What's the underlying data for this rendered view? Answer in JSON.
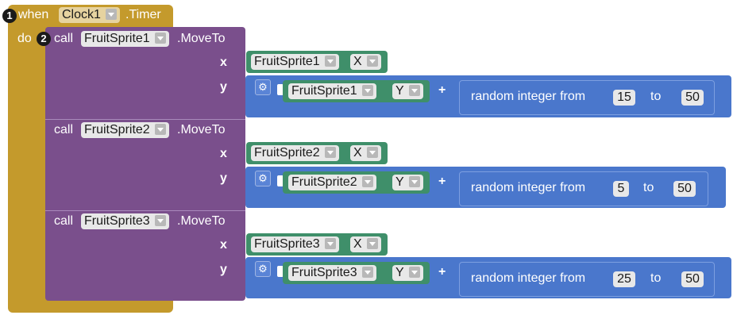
{
  "event": {
    "when_label": "when",
    "component": "Clock1",
    "event_name": ".Timer",
    "do_label": "do",
    "badge1": "1",
    "badge2": "2"
  },
  "calls": [
    {
      "call_label": "call",
      "sprite": "FruitSprite1",
      "method": ".MoveTo",
      "x_label": "x",
      "y_label": "y",
      "x_getter": {
        "sprite": "FruitSprite1",
        "prop": "X"
      },
      "y_getter": {
        "sprite": "FruitSprite1",
        "prop": "Y"
      },
      "plus": "+",
      "random": {
        "label": "random integer from",
        "from": "15",
        "to_label": "to",
        "to": "50"
      }
    },
    {
      "call_label": "call",
      "sprite": "FruitSprite2",
      "method": ".MoveTo",
      "x_label": "x",
      "y_label": "y",
      "x_getter": {
        "sprite": "FruitSprite2",
        "prop": "X"
      },
      "y_getter": {
        "sprite": "FruitSprite2",
        "prop": "Y"
      },
      "plus": "+",
      "random": {
        "label": "random integer from",
        "from": "5",
        "to_label": "to",
        "to": "50"
      }
    },
    {
      "call_label": "call",
      "sprite": "FruitSprite3",
      "method": ".MoveTo",
      "x_label": "x",
      "y_label": "y",
      "x_getter": {
        "sprite": "FruitSprite3",
        "prop": "X"
      },
      "y_getter": {
        "sprite": "FruitSprite3",
        "prop": "Y"
      },
      "plus": "+",
      "random": {
        "label": "random integer from",
        "from": "25",
        "to_label": "to",
        "to": "50"
      }
    }
  ],
  "colors": {
    "event_block": "#c49a2c",
    "procedure_block": "#7a4f8c",
    "getter_block": "#3f8f6a",
    "math_block": "#4a77cc"
  },
  "icons": {
    "dropdown": "chevron-down-icon",
    "mutator": "gear-icon"
  }
}
